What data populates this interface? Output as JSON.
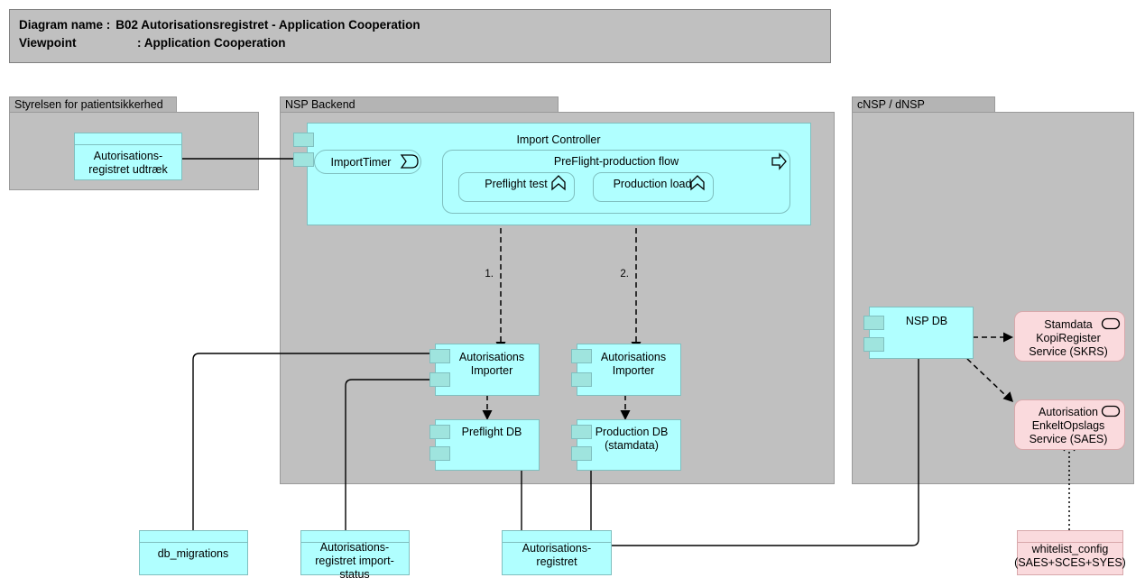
{
  "titleblock": {
    "line1_label": "Diagram name :",
    "line1_value": "B02 Autorisationsregistret - Application Cooperation",
    "line2_label": "Viewpoint",
    "line2_sep": ": Application Cooperation"
  },
  "colors": {
    "group_fill": "#c0c0c0",
    "group_tab": "#b4b4b4",
    "component_fill": "#b0ffff",
    "component_port": "#9fe4de",
    "service_fill": "#fadadd",
    "border": "#7fbfbf",
    "line": "#000000"
  },
  "groups": [
    {
      "id": "styrelsen",
      "label": "Styrelsen for patientsikkerhed"
    },
    {
      "id": "nsp_backend",
      "label": "NSP Backend"
    },
    {
      "id": "cnsp_dnsp",
      "label": "cNSP / dNSP"
    }
  ],
  "nodes": {
    "autorisationsregistret_udtraek": {
      "label_line1": "Autorisations-",
      "label_line2": "registret udtræk",
      "type": "data-object",
      "group": "styrelsen"
    },
    "import_controller": {
      "label": "Import Controller",
      "type": "application-component",
      "group": "nsp_backend"
    },
    "import_timer": {
      "label": "ImportTimer",
      "icon": "event-icon",
      "type": "application-event"
    },
    "preflight_production_flow": {
      "label": "PreFlight-production flow",
      "icon": "process-arrow-icon",
      "type": "application-process"
    },
    "preflight_test": {
      "label": "Preflight test",
      "icon": "application-function-icon",
      "type": "application-function"
    },
    "production_load": {
      "label": "Production load",
      "icon": "application-function-icon",
      "type": "application-function"
    },
    "autorisations_importer_preflight": {
      "label_line1": "Autorisations",
      "label_line2": "Importer",
      "type": "application-component"
    },
    "autorisations_importer_production": {
      "label_line1": "Autorisations",
      "label_line2": "Importer",
      "type": "application-component"
    },
    "preflight_db": {
      "label_line1": "Preflight DB",
      "label_line2": "",
      "type": "application-component"
    },
    "production_db": {
      "label_line1": "Production DB",
      "label_line2": "(stamdata)",
      "type": "application-component"
    },
    "nsp_db": {
      "label": "NSP DB",
      "type": "application-component",
      "group": "cnsp_dnsp"
    },
    "skrs_service": {
      "label_line1": "Stamdata",
      "label_line2": "KopiRegister",
      "label_line3": "Service (SKRS)",
      "icon": "application-service-icon",
      "type": "application-service"
    },
    "saes_service": {
      "label_line1": "Autorisation",
      "label_line2": "EnkeltOpslags",
      "label_line3": "Service (SAES)",
      "icon": "application-service-icon",
      "type": "application-service"
    },
    "db_migrations": {
      "label_line1": "db_migrations",
      "label_line2": "",
      "label_line3": "",
      "type": "data-object"
    },
    "import_status": {
      "label_line1": "Autorisations-",
      "label_line2": "registret import-",
      "label_line3": "status",
      "type": "data-object"
    },
    "autorisationsregistret": {
      "label_line1": "Autorisations-",
      "label_line2": "registret",
      "label_line3": "",
      "type": "data-object"
    },
    "whitelist_config": {
      "label_line1": "whitelist_config",
      "label_line2": "(SAES+SCES+SYES)",
      "type": "data-object-pink"
    }
  },
  "flow_labels": {
    "step1": "1.",
    "step2": "2."
  }
}
